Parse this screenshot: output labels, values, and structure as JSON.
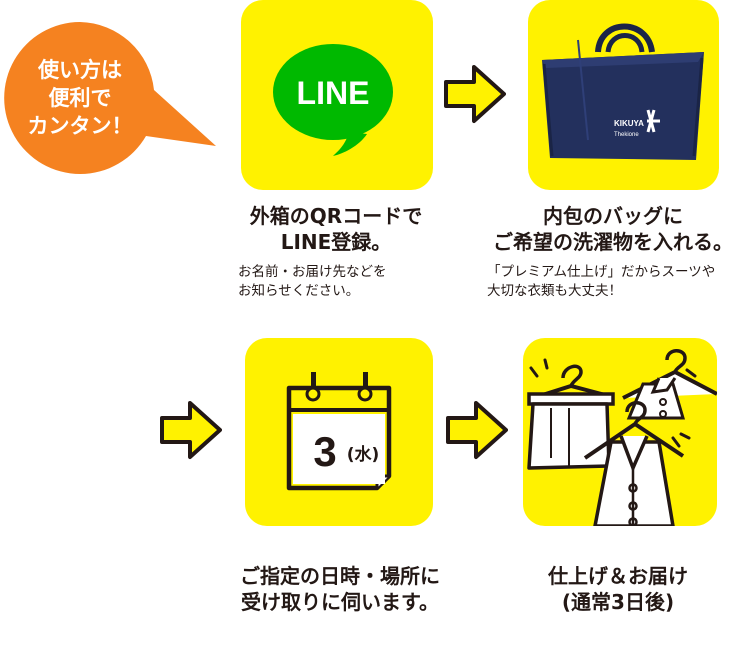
{
  "bubble": {
    "lines": [
      "使い方は",
      "便利で",
      "カンタン！"
    ],
    "color": "#f58220"
  },
  "colors": {
    "card_yellow": "#fff200",
    "line_green": "#00b900",
    "bag_navy": "#23305d",
    "ink": "#231815"
  },
  "steps": [
    {
      "icon": "line-logo",
      "logo_text": "LINE",
      "title_lines": [
        "外箱のQRコードで",
        "LINE登録。"
      ],
      "sub_lines": [
        "お名前・お届け先などを",
        "お知らせください。"
      ]
    },
    {
      "icon": "laundry-bag",
      "bag_brand": "KIKUYA",
      "bag_brand_sub": "Thekione",
      "title_lines": [
        "内包のバッグに",
        "ご希望の洗濯物を入れる。"
      ],
      "sub_lines": [
        "「プレミアム仕上げ」だからスーツや",
        "大切な衣類も大丈夫！"
      ]
    },
    {
      "icon": "calendar",
      "calendar_day": "3",
      "calendar_weekday": "(水)",
      "title_lines": [
        "ご指定の日時・場所に",
        "受け取りに伺います。"
      ]
    },
    {
      "icon": "finished-clothes",
      "title_lines": [
        "仕上げ＆お届け",
        "(通常3日後)"
      ]
    }
  ]
}
